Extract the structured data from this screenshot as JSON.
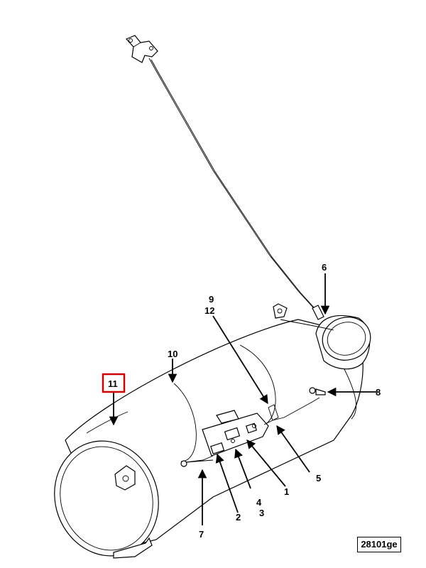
{
  "highlight_color": "#d00000",
  "callouts": {
    "c1": "1",
    "c2": "2",
    "c3": "3",
    "c4": "4",
    "c5": "5",
    "c6": "6",
    "c7": "7",
    "c8": "8",
    "c9": "9",
    "c10": "10",
    "c11": "11",
    "c12": "12"
  },
  "figure_code": "28101ge"
}
